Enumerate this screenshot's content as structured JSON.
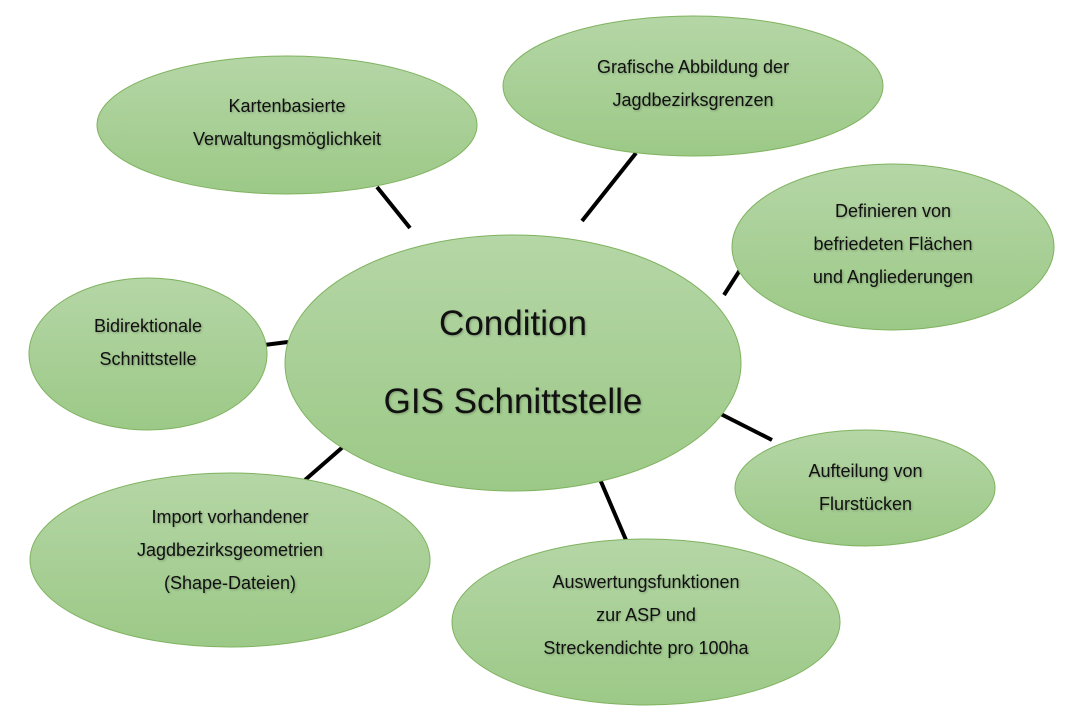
{
  "center": {
    "lines": [
      "Condition",
      "GIS Schnittstelle"
    ]
  },
  "nodes": [
    {
      "id": "kartenbasierte",
      "lines": [
        "Kartenbasierte",
        "Verwaltungsmöglichkeit"
      ]
    },
    {
      "id": "grafische",
      "lines": [
        "Grafische Abbildung der",
        "Jagdbezirksgrenzen"
      ]
    },
    {
      "id": "definieren",
      "lines": [
        "Definieren von",
        "befriedeten Flächen",
        "und Angliederungen"
      ]
    },
    {
      "id": "bidirektionale",
      "lines": [
        "Bidirektionale",
        "Schnittstelle"
      ]
    },
    {
      "id": "aufteilung",
      "lines": [
        "Aufteilung von",
        "Flurstücken"
      ]
    },
    {
      "id": "import",
      "lines": [
        "Import vorhandener",
        "Jagdbezirksgeometrien",
        "(Shape-Dateien)"
      ]
    },
    {
      "id": "auswertung",
      "lines": [
        "Auswertungsfunktionen",
        "zur ASP und",
        "Streckendichte pro 100ha"
      ]
    }
  ],
  "colors": {
    "fill_top": "#b5d6a6",
    "fill_bottom": "#9cc987",
    "stroke": "#7fb35f",
    "connector": "#000000"
  }
}
